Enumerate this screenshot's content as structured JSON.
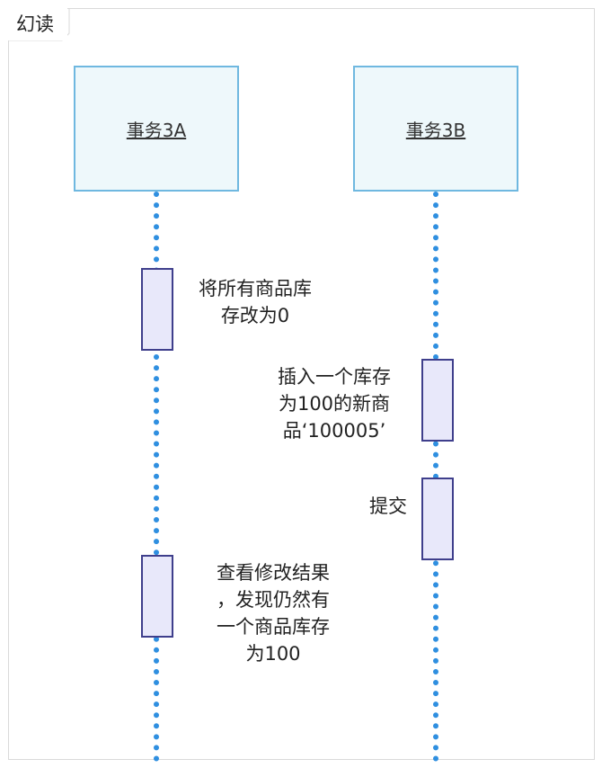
{
  "frame": {
    "title": "幻读"
  },
  "lifelines": [
    {
      "name": "事务3A"
    },
    {
      "name": "事务3B"
    }
  ],
  "messages": [
    {
      "text": "将所有商品库\n存改为0"
    },
    {
      "text": "插入一个库存\n为100的新商\n品‘100005’"
    },
    {
      "text": "提交"
    },
    {
      "text": "查看修改结果\n，发现仍然有\n一个商品库存\n为100"
    }
  ]
}
